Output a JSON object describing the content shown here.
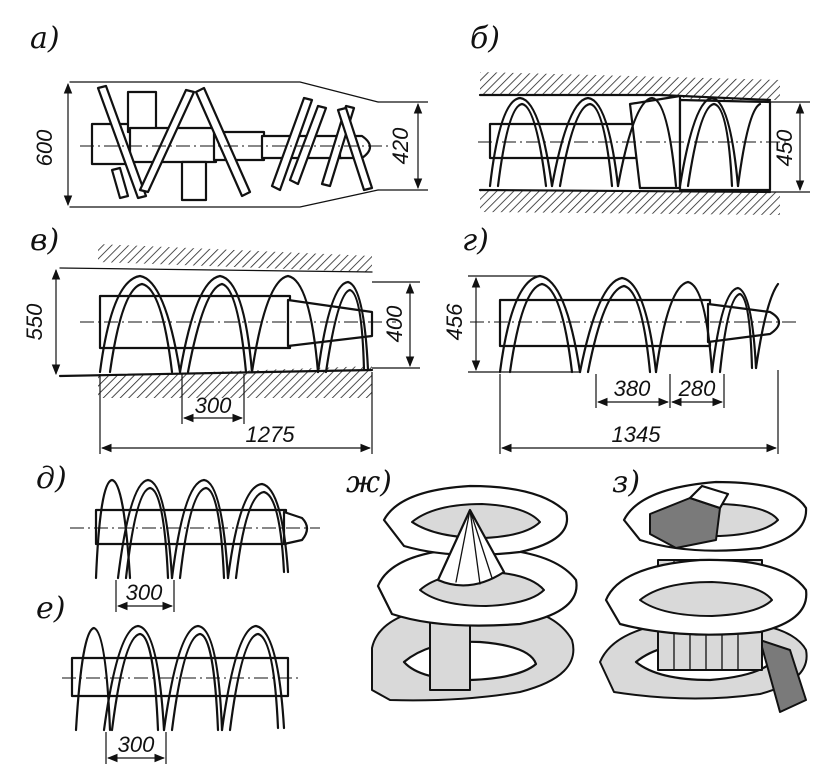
{
  "panel_labels": {
    "a": "а)",
    "b": "б)",
    "v": "в)",
    "g": "г)",
    "d": "д)",
    "e": "е)",
    "zh": "ж)",
    "z": "з)"
  },
  "dimensions": {
    "a_outer": "600",
    "a_inner": "420",
    "b_height": "450",
    "v_outer": "550",
    "v_inner": "400",
    "v_pitch": "300",
    "v_length": "1275",
    "g_outer": "456",
    "g_pitch1": "380",
    "g_pitch2": "280",
    "g_length": "1345",
    "d_pitch": "300",
    "e_pitch": "300"
  }
}
